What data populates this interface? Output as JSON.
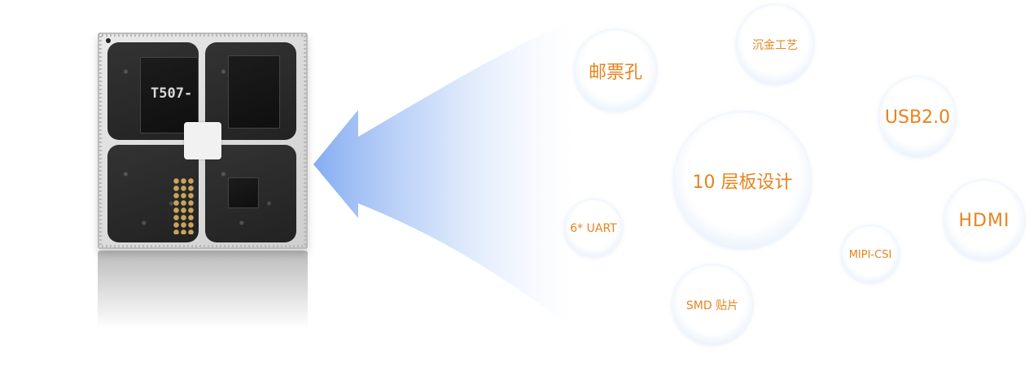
{
  "features": {
    "stamp_hole": "邮票孔",
    "immersion_gold": "沉金工艺",
    "usb": "USB2.0",
    "layers": "10 层板设计",
    "hdmi": "HDMI",
    "uart": "6* UART",
    "mipi": "MIPI-CSI",
    "smd": "SMD 贴片"
  },
  "module": {
    "chip_marking": "T507-"
  },
  "colors": {
    "feature_text": "#e8831d",
    "arrow_blue": "#7fa8f0",
    "bubble_edge": "#d5e5f7"
  }
}
